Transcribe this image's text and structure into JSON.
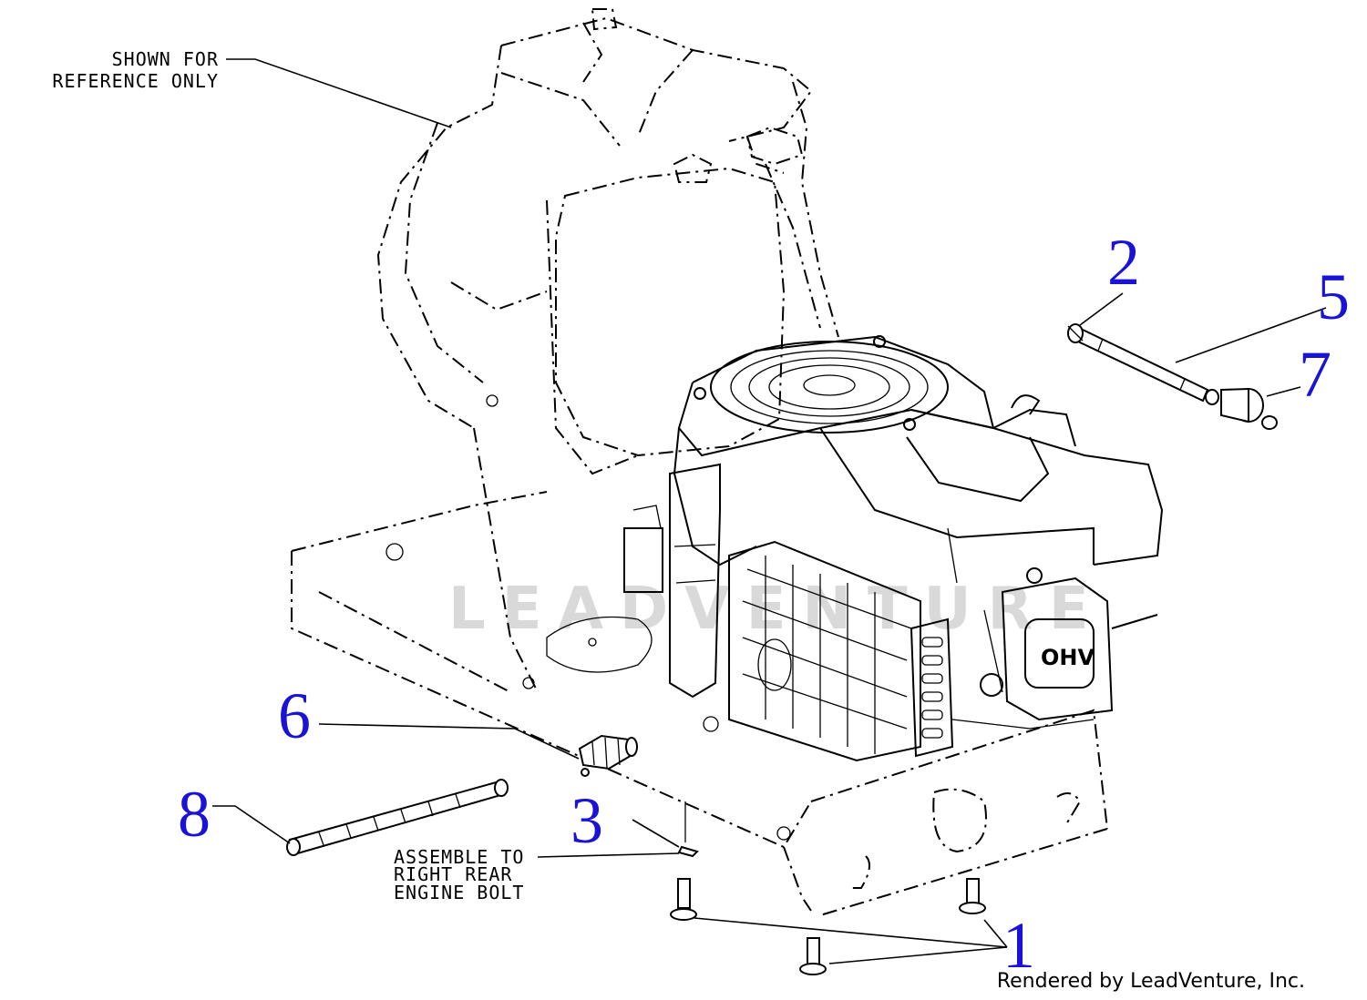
{
  "diagram": {
    "notes": {
      "reference": [
        "SHOWN FOR",
        "REFERENCE ONLY"
      ],
      "assemble": [
        "ASSEMBLE TO",
        "RIGHT REAR",
        "ENGINE BOLT"
      ]
    },
    "engine_badge": "OHV",
    "callouts": {
      "c1": "1",
      "c2": "2",
      "c3": "3",
      "c5": "5",
      "c6": "6",
      "c7": "7",
      "c8": "8"
    },
    "watermark": "LEADVENTURE",
    "credit": "Rendered by LeadVenture, Inc.",
    "colors": {
      "callout": "#1a12d6",
      "line": "#000000",
      "watermark": "#d9d9d9"
    }
  }
}
